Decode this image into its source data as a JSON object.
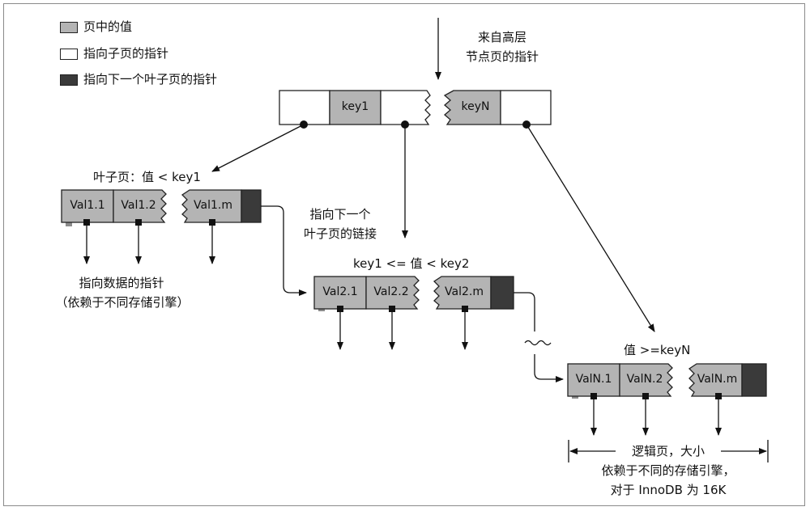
{
  "legend": {
    "items": [
      {
        "label": "页中的值",
        "swatch": "gray"
      },
      {
        "label": "指向子页的指针",
        "swatch": "white"
      },
      {
        "label": "指向下一个叶子页的指针",
        "swatch": "dark"
      }
    ]
  },
  "colors": {
    "value_cell": "#b4b4b4",
    "child_pointer_cell": "#ffffff",
    "next_pointer_cell": "#3a3a3a",
    "line": "#111111"
  },
  "labels": {
    "from_upper": [
      "来自高层",
      "节点页的指针"
    ],
    "leaf1_title": "叶子页：值 < key1",
    "next_link": [
      "指向下一个",
      "叶子页的链接"
    ],
    "leaf2_title": "key1 <= 值 < key2",
    "leafN_title": "值 >=keyN",
    "data_pointer": [
      "指向数据的指针",
      "（依赖于不同存储引擎）"
    ],
    "logical_page": [
      "逻辑页，大小",
      "依赖于不同的存储引擎，",
      "对于 InnoDB 为 16K"
    ]
  },
  "root": {
    "keys": [
      "key1",
      "keyN"
    ]
  },
  "leaf1": {
    "values": [
      "Val1.1",
      "Val1.2",
      "Val1.m"
    ]
  },
  "leaf2": {
    "values": [
      "Val2.1",
      "Val2.2",
      "Val2.m"
    ]
  },
  "leafN": {
    "values": [
      "ValN.1",
      "ValN.2",
      "ValN.m"
    ]
  }
}
